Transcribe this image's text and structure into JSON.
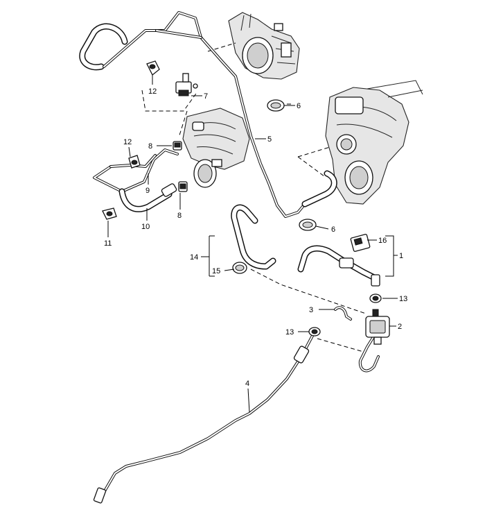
{
  "callouts": [
    {
      "id": "c12a",
      "label": "12"
    },
    {
      "id": "c7",
      "label": "7"
    },
    {
      "id": "c6a",
      "label": "6"
    },
    {
      "id": "c5",
      "label": "5"
    },
    {
      "id": "c8a",
      "label": "8"
    },
    {
      "id": "c12b",
      "label": "12"
    },
    {
      "id": "c9",
      "label": "9"
    },
    {
      "id": "c10",
      "label": "10"
    },
    {
      "id": "c8b",
      "label": "8"
    },
    {
      "id": "c11",
      "label": "11"
    },
    {
      "id": "c6b",
      "label": "6"
    },
    {
      "id": "c14",
      "label": "14"
    },
    {
      "id": "c15",
      "label": "15"
    },
    {
      "id": "c16",
      "label": "16"
    },
    {
      "id": "c1",
      "label": "1"
    },
    {
      "id": "c13a",
      "label": "13"
    },
    {
      "id": "c3",
      "label": "3"
    },
    {
      "id": "c2",
      "label": "2"
    },
    {
      "id": "c13b",
      "label": "13"
    },
    {
      "id": "c4",
      "label": "4"
    }
  ]
}
